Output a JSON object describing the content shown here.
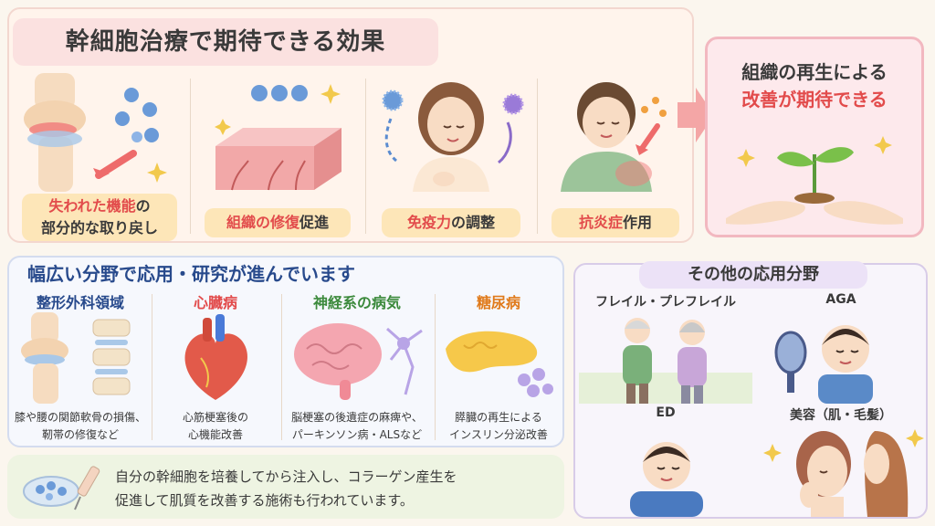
{
  "header": {
    "title": "幹細胞治療で期待できる効果"
  },
  "effects": [
    {
      "em": "失われた機能",
      "rest": "の",
      "line2": "部分的な取り戻し"
    },
    {
      "em": "組織の修復",
      "rest": "促進"
    },
    {
      "em": "免疫力",
      "rest": "の調整"
    },
    {
      "em": "抗炎症",
      "rest": "作用"
    }
  ],
  "result": {
    "line1": "組織の再生による",
    "line2": "改善が期待できる"
  },
  "fields_section": {
    "title": "幅広い分野で応用・研究が進んでいます",
    "items": [
      {
        "title": "整形外科領域",
        "color": "#284a8c",
        "desc1": "膝や腰の関節軟骨の損傷、",
        "desc2": "靭帯の修復など"
      },
      {
        "title": "心臓病",
        "color": "#e24b4b",
        "desc1": "心筋梗塞後の",
        "desc2": "心機能改善"
      },
      {
        "title": "神経系の病気",
        "color": "#3c8a3c",
        "desc1": "脳梗塞の後遺症の麻痺や、",
        "desc2": "パーキンソン病・ALSなど"
      },
      {
        "title": "糖尿病",
        "color": "#e07b1c",
        "desc1": "膵臓の再生による",
        "desc2": "インスリン分泌改善"
      }
    ]
  },
  "note": {
    "line1": "自分の幹細胞を培養してから注入し、コラーゲン産生を",
    "line2": "促進して肌質を改善する施術も行われています。"
  },
  "other": {
    "title": "その他の応用分野",
    "items": [
      {
        "label": "フレイル・プレフレイル"
      },
      {
        "label": "AGA"
      },
      {
        "label": "ED"
      },
      {
        "label": "美容（肌・毛髪）"
      }
    ]
  }
}
